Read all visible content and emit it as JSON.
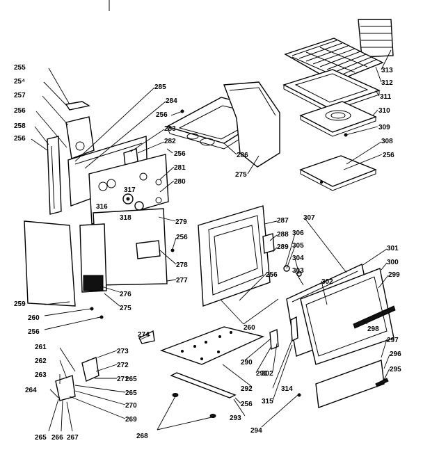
{
  "part_numbers": [
    "255",
    "25⁴",
    "257",
    "256",
    "258",
    "256",
    "285",
    "284",
    "256",
    "283",
    "282",
    "256",
    "281",
    "280",
    "317",
    "316",
    "318",
    "279",
    "256",
    "278",
    "277",
    "276",
    "275",
    "259",
    "260",
    "256",
    "286",
    "275",
    "313",
    "312",
    "311",
    "310",
    "309",
    "308",
    "256",
    "287",
    "288",
    "289",
    "306",
    "305",
    "304",
    "303",
    "307",
    "256",
    "301",
    "300",
    "302",
    "299",
    "298",
    "297",
    "296",
    "295",
    "260",
    "274",
    "273",
    "272",
    "271",
    "261",
    "262",
    "263",
    "264",
    "265",
    "270",
    "265",
    "269",
    "267",
    "266",
    "265",
    "268",
    "290",
    "291",
    "292",
    "302",
    "314",
    "315",
    "256",
    "293",
    "294"
  ]
}
